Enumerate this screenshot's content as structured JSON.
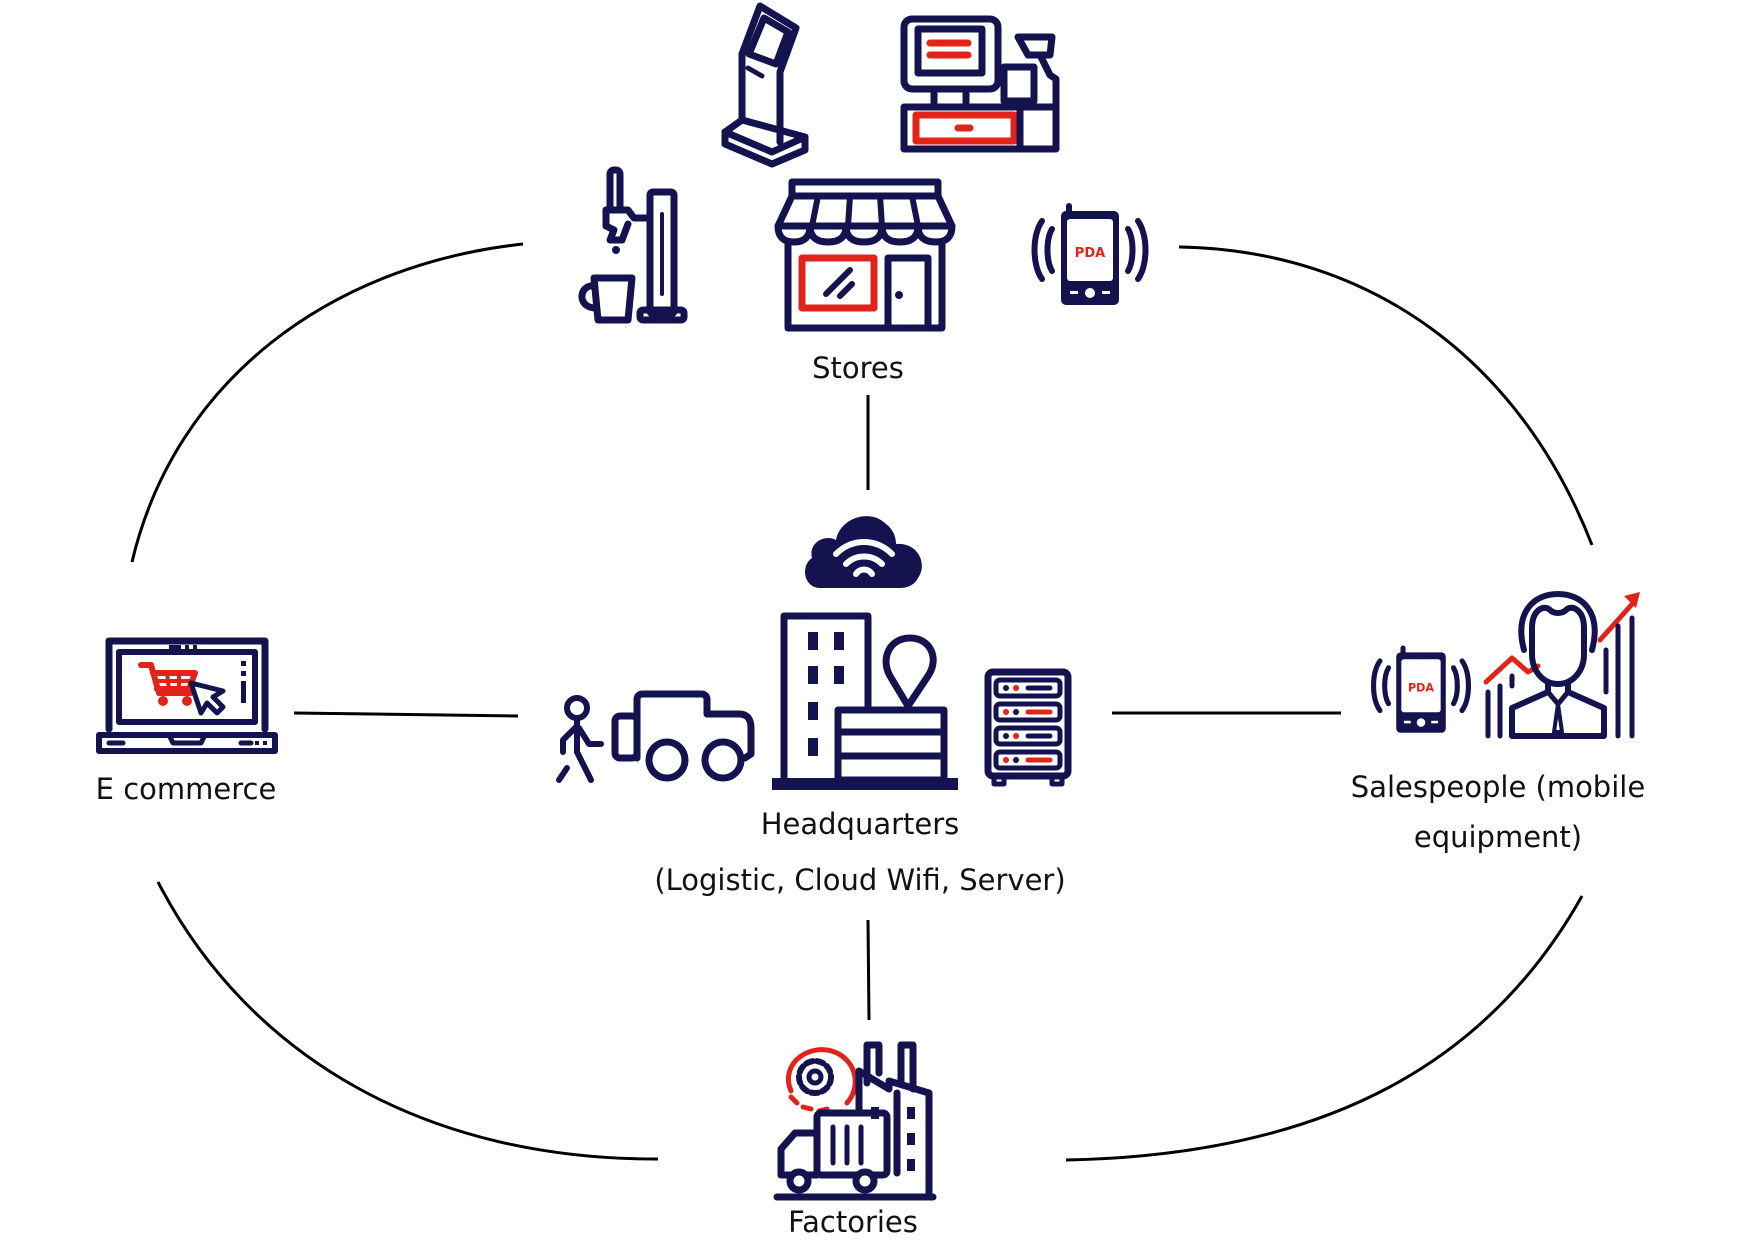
{
  "diagram": {
    "title": "",
    "colors": {
      "primary": "#14124f",
      "accent": "#e2231a",
      "connector": "#000000"
    },
    "nodes": {
      "stores": {
        "label": "Stores",
        "icons": [
          "self-service-kiosk-icon",
          "cash-register-icon",
          "beer-tap-icon",
          "storefront-icon",
          "pda-phone-icon"
        ],
        "pda_text": "PDA"
      },
      "headquarters": {
        "label": "Headquarters",
        "sublabel": "(Logistic, Cloud Wifi, Server)",
        "icons": [
          "cloud-wifi-icon",
          "delivery-person-truck-icon",
          "office-building-location-icon",
          "server-rack-icon"
        ]
      },
      "ecommerce": {
        "label": "E commerce",
        "icons": [
          "laptop-shopping-cart-icon"
        ]
      },
      "salespeople": {
        "label_line1": "Salespeople (mobile",
        "label_line2": "equipment)",
        "icons": [
          "pda-phone-icon",
          "businessman-growth-chart-icon"
        ],
        "pda_text": "PDA"
      },
      "factories": {
        "label": "Factories",
        "icons": [
          "factory-gear-truck-icon"
        ]
      }
    },
    "connections": [
      {
        "from": "Stores",
        "to": "Headquarters",
        "type": "line"
      },
      {
        "from": "E commerce",
        "to": "Headquarters",
        "type": "line"
      },
      {
        "from": "Headquarters",
        "to": "Salespeople",
        "type": "line"
      },
      {
        "from": "Headquarters",
        "to": "Factories",
        "type": "line"
      },
      {
        "from": "E commerce",
        "to": "Stores",
        "type": "arc"
      },
      {
        "from": "Stores",
        "to": "Salespeople",
        "type": "arc"
      },
      {
        "from": "Salespeople",
        "to": "Factories",
        "type": "arc"
      },
      {
        "from": "Factories",
        "to": "E commerce",
        "type": "arc"
      }
    ]
  }
}
